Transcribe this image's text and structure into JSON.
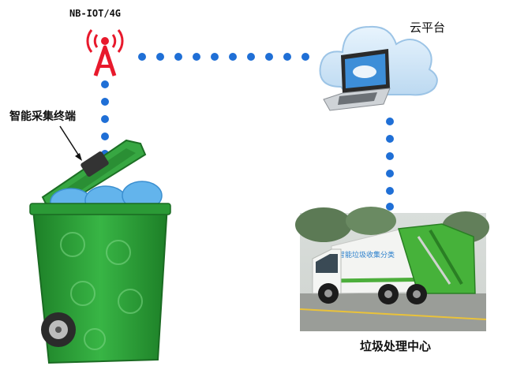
{
  "labels": {
    "network": "NB-IOT/4G",
    "cloud": "云平台",
    "terminal": "智能采集终端",
    "center": "垃圾处理中心"
  },
  "truck_text": "智能垃圾收集分类",
  "colors": {
    "connector_dots": "#1f6fd6",
    "antenna": "#e8192c",
    "bin_green": "#2fa33a",
    "bag_blue": "#63b4ec"
  }
}
